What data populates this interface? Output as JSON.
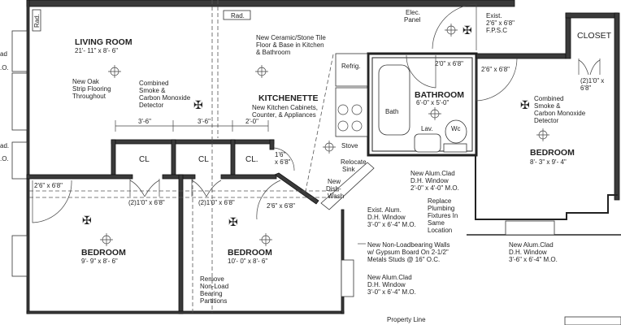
{
  "rooms": {
    "living": {
      "name": "LIVING ROOM",
      "dims": "21'- 11\" x 8'- 6\""
    },
    "kitchenette": {
      "name": "KITCHENETTE",
      "note": [
        "New Kitchen Cabinets,",
        "Counter, & Appliances"
      ]
    },
    "bathroom": {
      "name": "BATHROOM",
      "dims": "6'-0\" x 5'-0\""
    },
    "bedroom_left": {
      "name": "BEDROOM",
      "dims": "9'- 9\" x 8'- 6\""
    },
    "bedroom_mid": {
      "name": "BEDROOM",
      "dims": "10'- 0\" x 8'- 6\""
    },
    "bedroom_right": {
      "name": "BEDROOM",
      "dims": "8'- 3\" x 9'- 4\""
    },
    "closet": {
      "name": "CLOSET"
    }
  },
  "labels": {
    "rad": "Rad.",
    "cl": "CL",
    "cl3": "CL.",
    "refrig": "Refrig.",
    "stove": "Stove",
    "bath": "Bath",
    "lav": "Lav.",
    "wc": "Wc",
    "elec_panel": [
      "Elec.",
      "Panel"
    ],
    "relocate_sink": [
      "Relocate",
      "Sink"
    ],
    "dishwash": [
      "New",
      "Dish-",
      "Wash"
    ],
    "property_line": "Property Line"
  },
  "dimensions": [
    "3'-6\"",
    "3'-6\"",
    "2'-0\""
  ],
  "doors": {
    "closet_small": [
      "1'6\"",
      "x 6'8\""
    ],
    "bath": "2'0\" x 6'8\"",
    "bedroom_right": "2'6\" x 6'8\"",
    "exist": [
      "Exist.",
      "2'6\" x 6'8\"",
      "F.P.S.C"
    ],
    "closet_right": [
      "(2)1'0\" x",
      "6'8\""
    ],
    "bedroom_left": "2'6\" x 6'8\"",
    "double_left": "(2)1'0\" x 6'8\"",
    "double_mid": "(2)1'0\" x 6'8\"",
    "bedroom_mid": "2'6\" x 6'8\""
  },
  "notes": {
    "oak": [
      "New Oak",
      "Strip Flooring",
      "Throughout"
    ],
    "smoke_living": [
      "Combined",
      "Smoke &",
      "Carbon Monoxide",
      "Detector"
    ],
    "ceramic": [
      "New Ceramic/Stone Tile",
      "Floor & Base in Kitchen",
      "& Bathroom"
    ],
    "smoke_bedroom": [
      "Combined",
      "Smoke &",
      "Carbon Monoxide",
      "Detector"
    ],
    "window_bath": [
      "New Alum.Clad",
      "D.H. Window",
      "2'-0\" x 4'-0\" M.O."
    ],
    "plumbing": [
      "Replace",
      "Plumbing",
      "Fixtures In",
      "Same",
      "Location"
    ],
    "window_exist": [
      "Exist. Alum.",
      "D.H. Window",
      "3'-0\" x 6'-4\" M.O."
    ],
    "walls": [
      "New Non-Loadbearing Walls",
      "w/ Gypsum Board On 2-1/2\"",
      "Metals Studs @ 16\" O.C."
    ],
    "window_new": [
      "New Alum.Clad",
      "D.H. Window",
      "3'-0\" x 6'-4\" M.O."
    ],
    "window_bedroom": [
      "New Alum.Clad",
      "D.H. Window",
      "3'-6\" x 6'-4\" M.O."
    ],
    "partitions": [
      "Remove",
      "Non-Load",
      "Bearing",
      "Partitions"
    ],
    "left_edge": [
      "ad",
      ".O.",
      "ad.",
      ".O."
    ]
  },
  "icons": [
    "light-fixture-icon",
    "smoke-detector-icon"
  ]
}
